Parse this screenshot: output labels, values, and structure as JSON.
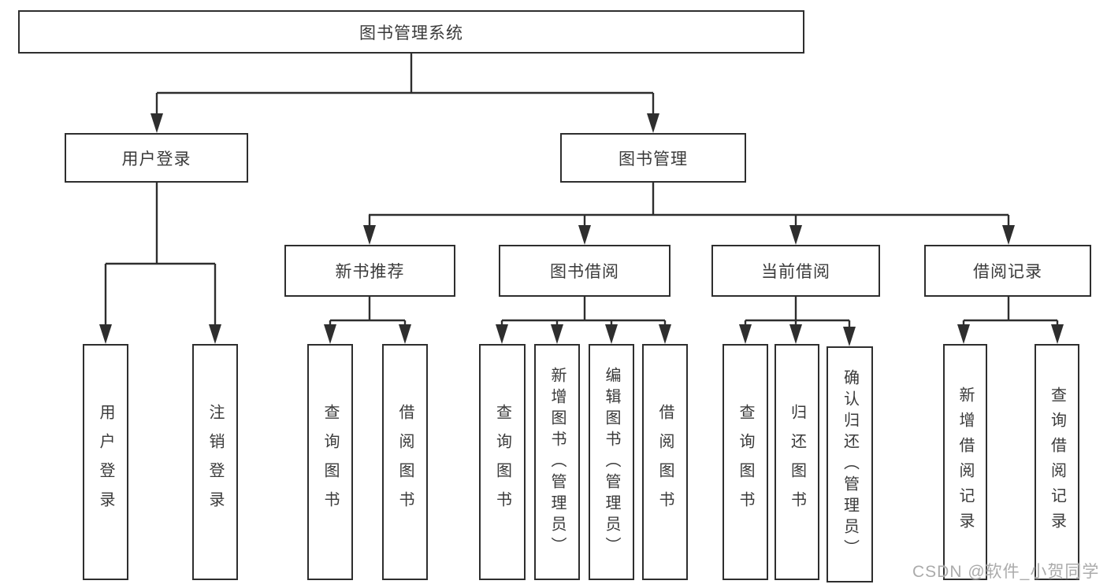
{
  "title": "图书管理系统",
  "tree": {
    "user_login": {
      "label": "用户登录",
      "children": {
        "login": "用户登录",
        "logout": "注销登录"
      }
    },
    "book_mgmt": {
      "label": "图书管理",
      "sections": {
        "new_book_rec": {
          "label": "新书推荐",
          "children": {
            "query_books": "查询图书",
            "borrow_books": "借阅图书"
          }
        },
        "book_borrow": {
          "label": "图书借阅",
          "children": {
            "query_books": "查询图书",
            "add_books": "新增图书（管理员）",
            "edit_books": "编辑图书（管理员）",
            "borrow_books": "借阅图书"
          }
        },
        "current_borrow": {
          "label": "当前借阅",
          "children": {
            "query_books": "查询图书",
            "return_books": "归还图书",
            "confirm_return": "确认归还（管理员）"
          }
        },
        "borrow_records": {
          "label": "借阅记录",
          "children": {
            "add_record": "新增借阅记录",
            "query_record": "查询借阅记录"
          }
        }
      }
    }
  },
  "watermark": "CSDN @软件_小贺同学",
  "colors": {
    "line": "#2e2e2e",
    "text": "#3a3a3a",
    "watermark": "#ababab",
    "background": "#ffffff",
    "box_bg": "#ffffff"
  }
}
